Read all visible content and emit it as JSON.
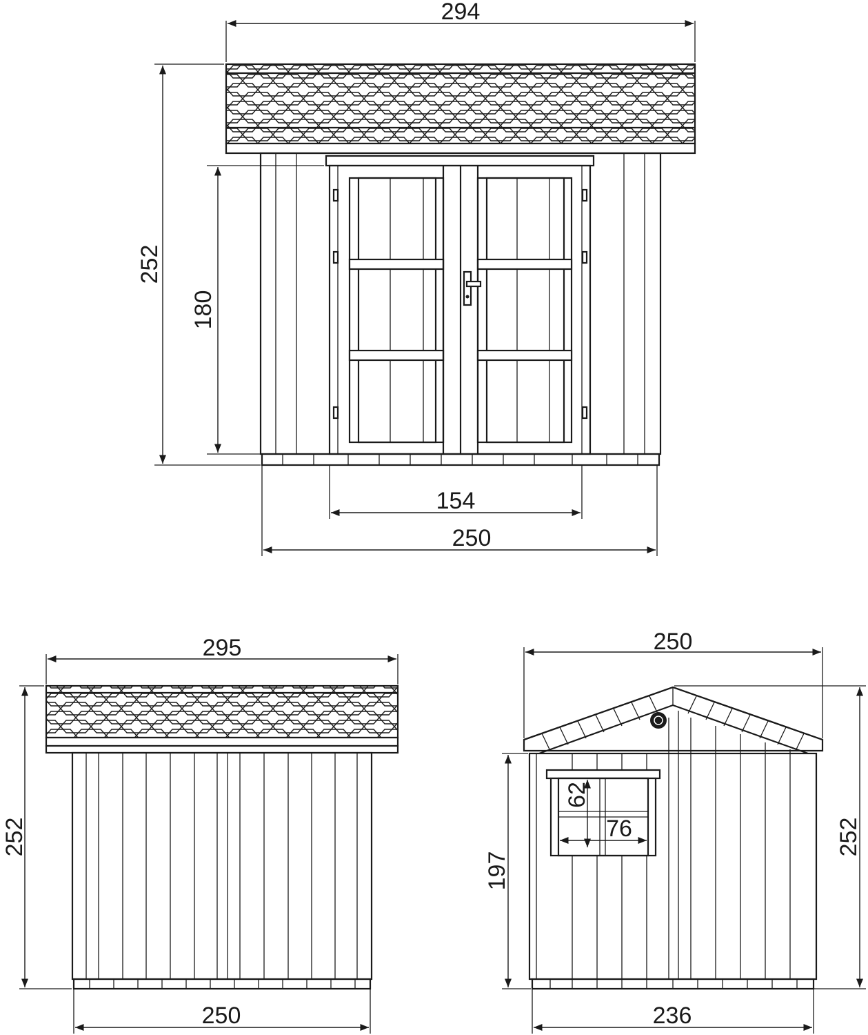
{
  "front_view": {
    "width_roof": "294",
    "height_total": "252",
    "height_door": "180",
    "width_door": "154",
    "width_base": "250"
  },
  "side_view": {
    "width_roof": "295",
    "height_total": "252",
    "width_base": "250"
  },
  "gable_view": {
    "width_roof": "250",
    "height_total": "252",
    "height_wall": "197",
    "window_height": "62",
    "window_width": "76",
    "width_base": "236"
  }
}
